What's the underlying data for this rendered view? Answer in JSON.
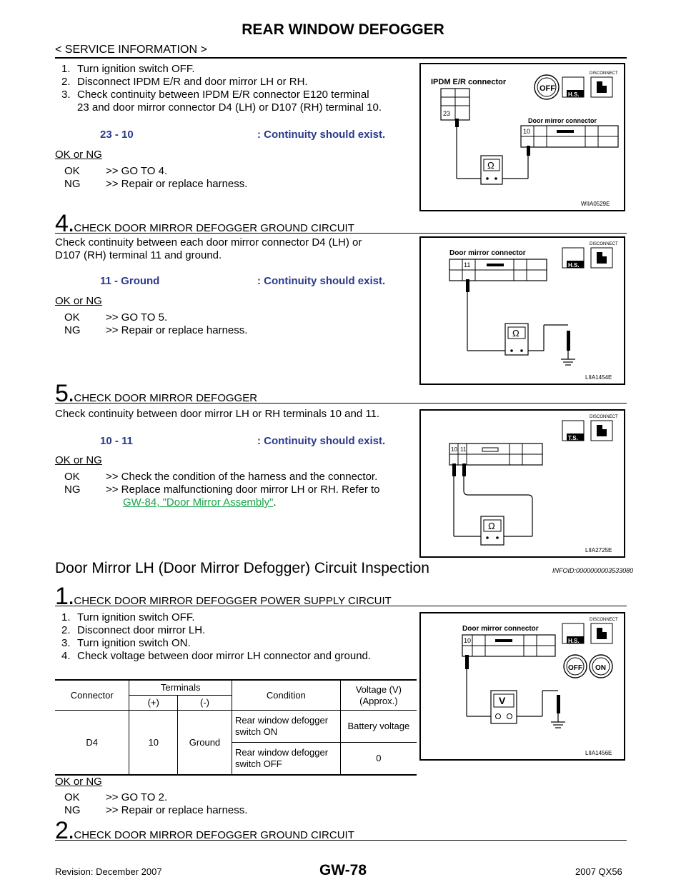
{
  "header": {
    "title": "REAR WINDOW DEFOGGER",
    "breadcrumb": "< SERVICE INFORMATION >"
  },
  "section3": {
    "steps": [
      {
        "n": "1.",
        "text": "Turn ignition switch OFF."
      },
      {
        "n": "2.",
        "text": "Disconnect IPDM E/R and door mirror LH or RH."
      },
      {
        "n": "3.",
        "text": "Check continuity between IPDM E/R connector E120 terminal"
      },
      {
        "n": "",
        "text": "23 and door mirror connector D4 (LH) or D107 (RH) terminal 10."
      }
    ],
    "spec_left": "23 - 10",
    "spec_right": ": Continuity should exist.",
    "okng": "OK or NG",
    "ok_key": "OK",
    "ok_val": ">> GO TO 4.",
    "ng_key": "NG",
    "ng_val": ">> Repair or replace harness.",
    "figure": {
      "code": "WIIA0529E",
      "conn1": "IPDM E/R connector",
      "conn2": "Door mirror connector",
      "pin1": "23",
      "pin2": "10",
      "meter": "Ω",
      "disconnect": "DISCONNECT",
      "off": "OFF",
      "hs": "H.S."
    }
  },
  "section4": {
    "num": "4.",
    "title": "CHECK DOOR MIRROR DEFOGGER GROUND CIRCUIT",
    "body1": "Check continuity between each door mirror connector D4 (LH) or",
    "body2": "D107 (RH) terminal 11 and ground.",
    "spec_left": "11 - Ground",
    "spec_right": ": Continuity should exist.",
    "okng": "OK or NG",
    "ok_key": "OK",
    "ok_val": ">> GO TO 5.",
    "ng_key": "NG",
    "ng_val": ">> Repair or replace harness.",
    "figure": {
      "code": "LIIA1454E",
      "conn": "Door mirror connector",
      "pin": "11",
      "meter": "Ω",
      "disconnect": "DISCONNECT",
      "hs": "H.S."
    }
  },
  "section5": {
    "num": "5.",
    "title": "CHECK DOOR MIRROR DEFOGGER",
    "body": "Check continuity between door mirror LH or RH terminals 10 and 11.",
    "spec_left": "10 - 11",
    "spec_right": ": Continuity should exist.",
    "okng": "OK or NG",
    "ok_key": "OK",
    "ok_val": ">> Check the condition of the harness and the connector.",
    "ng_key": "NG",
    "ng_val": ">> Replace malfunctioning door mirror LH or RH. Refer to",
    "ng_link": "GW-84, \"Door Mirror Assembly\"",
    "ng_link_tail": ".",
    "figure": {
      "code": "LIIA2725E",
      "pin1": "10",
      "pin2": "11",
      "meter": "Ω",
      "disconnect": "DISCONNECT",
      "ts": "T.S."
    }
  },
  "section_lh": {
    "heading": "Door Mirror LH (Door Mirror Defogger) Circuit Inspection",
    "infoid": "INFOID:0000000003533080"
  },
  "step1": {
    "num": "1.",
    "title": "CHECK DOOR MIRROR DEFOGGER POWER SUPPLY CIRCUIT",
    "steps": [
      {
        "n": "1.",
        "text": "Turn ignition switch OFF."
      },
      {
        "n": "2.",
        "text": "Disconnect door mirror LH."
      },
      {
        "n": "3.",
        "text": "Turn ignition switch ON."
      },
      {
        "n": "4.",
        "text": "Check voltage between door mirror LH connector and ground."
      }
    ],
    "table": {
      "h_connector": "Connector",
      "h_terminals": "Terminals",
      "h_plus": "(+)",
      "h_minus": "(-)",
      "h_condition": "Condition",
      "h_voltage": "Voltage (V)\n(Approx.)",
      "r_connector": "D4",
      "r_plus": "10",
      "r_minus": "Ground",
      "r1_condition": "Rear window defogger switch ON",
      "r1_voltage": "Battery voltage",
      "r2_condition": "Rear window defogger switch OFF",
      "r2_voltage": "0"
    },
    "okng": "OK or NG",
    "ok_key": "OK",
    "ok_val": ">> GO TO 2.",
    "ng_key": "NG",
    "ng_val": ">> Repair or replace harness.",
    "figure": {
      "code": "LIIA1456E",
      "conn": "Door mirror connector",
      "pin": "10",
      "meter": "V",
      "disconnect": "DISCONNECT",
      "hs": "H.S.",
      "off": "OFF",
      "on": "ON"
    }
  },
  "step2": {
    "num": "2.",
    "title": "CHECK DOOR MIRROR DEFOGGER GROUND CIRCUIT"
  },
  "footer": {
    "page": "GW-78",
    "revision": "Revision: December 2007",
    "model": "2007 QX56"
  }
}
